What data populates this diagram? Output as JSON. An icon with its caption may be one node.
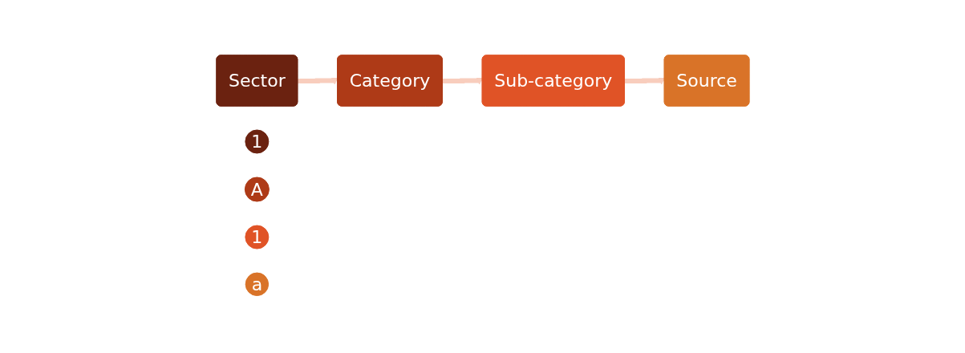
{
  "diagram": {
    "nodes": [
      {
        "text": [
          "Sector"
        ]
      },
      {
        "text": [
          "1"
        ]
      },
      {
        "text": [
          "Category"
        ]
      },
      {
        "text": [
          "A"
        ]
      },
      {
        "text": [
          "Sub-category"
        ]
      },
      {
        "text": [
          "1"
        ]
      },
      {
        "text": [
          "Source"
        ]
      },
      {
        "text": [
          "a"
        ]
      }
    ],
    "edges": [
      {
        "from": 0,
        "to": 2,
        "arrow": "to"
      },
      {
        "from": 2,
        "to": 4,
        "arrow": "to"
      },
      {
        "from": 4,
        "to": 6,
        "arrow": "to"
      }
    ]
  }
}
